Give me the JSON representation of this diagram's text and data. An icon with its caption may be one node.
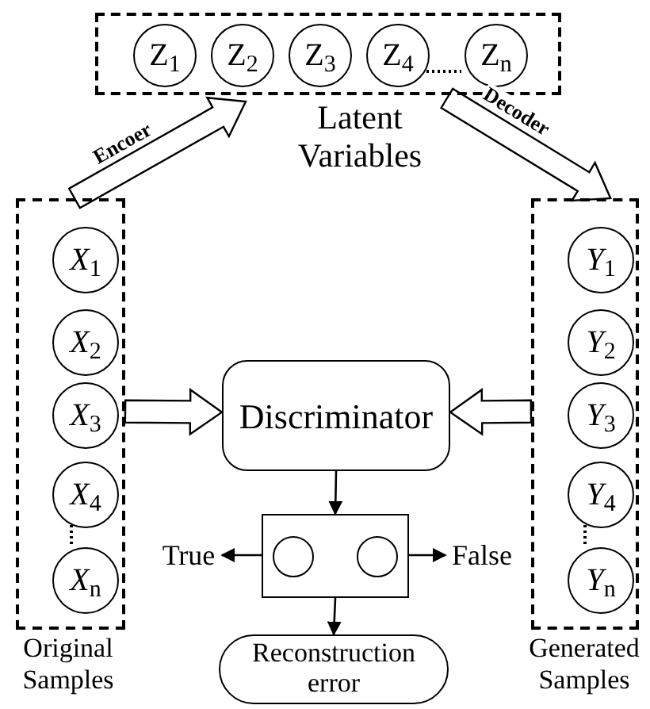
{
  "diagram": {
    "nodes": [
      {
        "text": [
          "Latent Variables"
        ]
      },
      {
        "text": [
          "Z$_{1}$"
        ],
        "in": 0
      },
      {
        "text": [
          "Z$_{2}$"
        ],
        "in": 0
      },
      {
        "text": [
          "Z$_{3}$"
        ],
        "in": 0
      },
      {
        "text": [
          "Z$_{4}$"
        ],
        "in": 0
      },
      {
        "text": [
          "Z$_{n}$"
        ],
        "in": 0
      },
      {
        "text": [
          "Original Samples"
        ]
      },
      {
        "text": [
          "*X*$_{1}$"
        ],
        "in": 6
      },
      {
        "text": [
          "*X*$_{2}$"
        ],
        "in": 6
      },
      {
        "text": [
          "*X*$_{3}$"
        ],
        "in": 6
      },
      {
        "text": [
          "*X*$_{4}$"
        ],
        "in": 6
      },
      {
        "text": [
          "*X*$_{n}$"
        ],
        "in": 6
      },
      {
        "text": [
          "Generated Samples"
        ]
      },
      {
        "text": [
          "*Y*$_{1}$"
        ],
        "in": 12
      },
      {
        "text": [
          "*Y*$_{2}$"
        ],
        "in": 12
      },
      {
        "text": [
          "*Y*$_{3}$"
        ],
        "in": 12
      },
      {
        "text": [
          "*Y*$_{4}$"
        ],
        "in": 12
      },
      {
        "text": [
          "*Y*$_{n}$"
        ],
        "in": 12
      },
      {
        "text": [
          "Discriminator"
        ]
      },
      {
        "text": [],
        "shape": "box"
      },
      {
        "text": [],
        "shape": "circle",
        "in": 19
      },
      {
        "text": [],
        "shape": "circle",
        "in": 19
      },
      {
        "text": [
          "True"
        ]
      },
      {
        "text": [
          "False"
        ]
      },
      {
        "text": [
          "Reconstruction error"
        ]
      }
    ],
    "edges": [
      {
        "from": 6,
        "to": 0,
        "arrow": "to",
        "label": "Encoer",
        "style": "thick"
      },
      {
        "from": 0,
        "to": 12,
        "arrow": "to",
        "label": "Decoder",
        "style": "thick"
      },
      {
        "from": 6,
        "to": 18,
        "arrow": "to",
        "style": "thick"
      },
      {
        "from": 12,
        "to": 18,
        "arrow": "to",
        "style": "thick"
      },
      {
        "from": 18,
        "to": 19,
        "arrow": "to"
      },
      {
        "from": 20,
        "to": 22,
        "arrow": "to"
      },
      {
        "from": 21,
        "to": 23,
        "arrow": "to"
      },
      {
        "from": 19,
        "to": 24,
        "arrow": "to"
      },
      {
        "from": 4,
        "to": 5,
        "arrow": "none",
        "style": "dashed"
      },
      {
        "from": 10,
        "to": 11,
        "arrow": "none",
        "style": "dashed"
      },
      {
        "from": 16,
        "to": 17,
        "arrow": "none",
        "style": "dashed"
      }
    ]
  }
}
